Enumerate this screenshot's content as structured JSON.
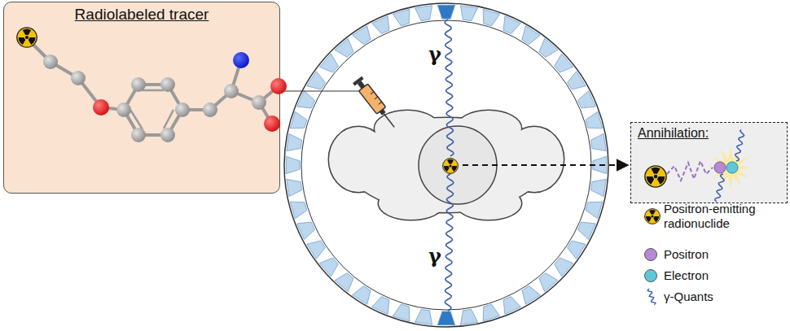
{
  "diagram": {
    "nodes": [
      {
        "text": [
          "Radiolabeled tracer"
        ]
      },
      {
        "text": [
          "Annihilation:"
        ]
      }
    ],
    "labels": [
      "γ",
      "γ"
    ],
    "legend": [
      {
        "text": "Positron-emitting radionuclide"
      },
      {
        "text": "Positron",
        "color": "#b48ad6"
      },
      {
        "text": "Electron",
        "color": "#5ec8d8"
      },
      {
        "text": "γ-Quants"
      }
    ]
  }
}
